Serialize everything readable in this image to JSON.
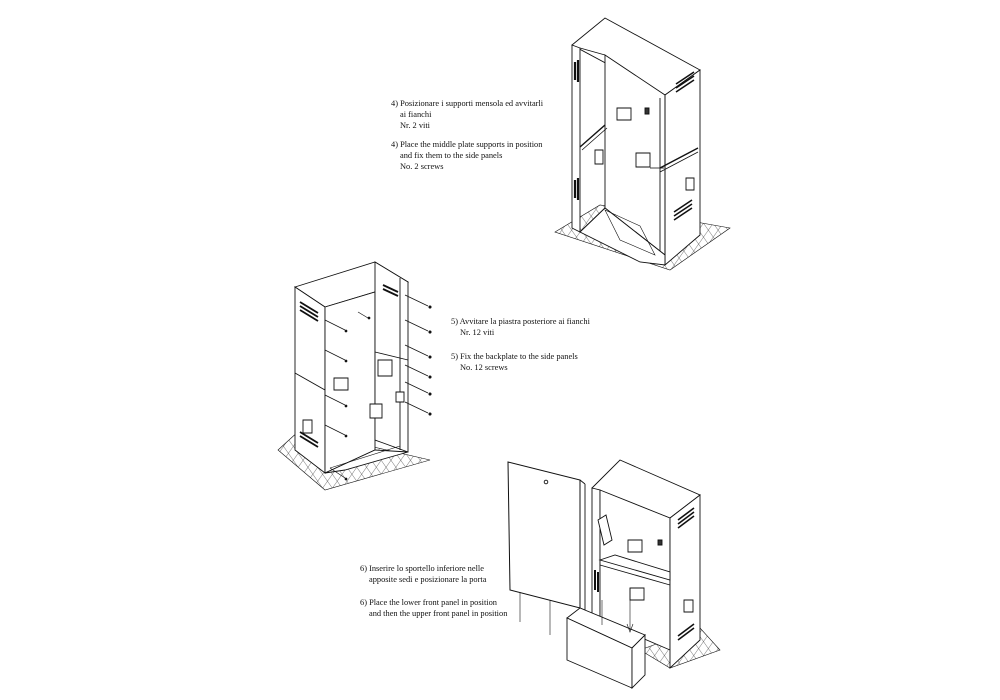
{
  "steps": [
    {
      "it_line1": "4)  Posizionare i supporti mensola ed avvitarli",
      "it_line2": "ai fianchi",
      "it_count": "Nr. 2 viti",
      "en_line1": "4) Place the middle plate supports in position",
      "en_line2": "and fix them to the side panels",
      "en_count": "No. 2 screws"
    },
    {
      "it_line1": "5)  Avvitare la piastra posteriore ai fianchi",
      "it_count": "Nr. 12 viti",
      "en_line1": "5) Fix the backplate to the side panels",
      "en_count": "No. 12 screws"
    },
    {
      "it_line1": "6)  Inserire lo sportello inferiore nelle",
      "it_line2": "apposite sedi e posizionare la porta",
      "en_line1": "6) Place the lower front panel in position",
      "en_line2": "and then the upper front panel in position"
    }
  ]
}
